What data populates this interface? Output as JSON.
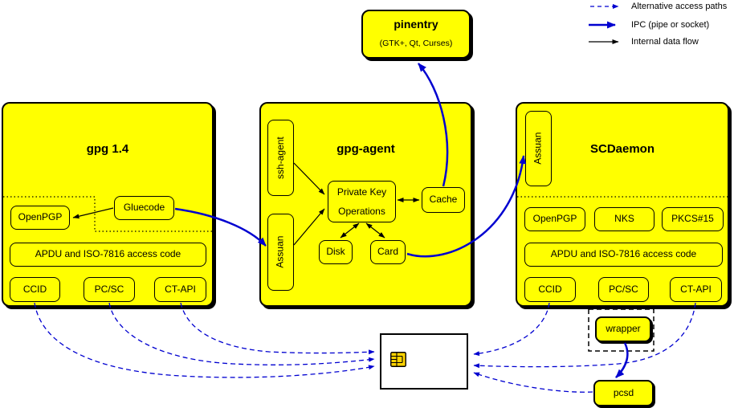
{
  "legend": {
    "items": [
      {
        "label": "Alternative access paths"
      },
      {
        "label": "IPC (pipe or socket)"
      },
      {
        "label": "Internal data flow"
      }
    ]
  },
  "pinentry": {
    "title": "pinentry",
    "subtitle": "(GTK+, Qt, Curses)"
  },
  "gpg14": {
    "title": "gpg 1.4",
    "openpgp": "OpenPGP",
    "gluecode": "Gluecode",
    "apdu": "APDU and ISO-7816 access code",
    "ccid": "CCID",
    "pcsc": "PC/SC",
    "ctapi": "CT-API"
  },
  "gpg_agent": {
    "title": "gpg-agent",
    "ssh_agent": "ssh-agent",
    "assuan": "Assuan",
    "private_key_ops": "Private Key Operations",
    "cache": "Cache",
    "disk": "Disk",
    "card": "Card"
  },
  "scdaemon": {
    "title": "SCDaemon",
    "assuan": "Assuan",
    "openpgp": "OpenPGP",
    "nks": "NKS",
    "pkcs15": "PKCS#15",
    "apdu": "APDU and ISO-7816 access code",
    "ccid": "CCID",
    "pcsc": "PC/SC",
    "ctapi": "CT-API"
  },
  "peripherals": {
    "wrapper": "wrapper",
    "pcsd": "pcsd"
  },
  "colors": {
    "box_fill": "#ffff00",
    "ipc_blue": "#0000d0",
    "line_black": "#000000"
  }
}
